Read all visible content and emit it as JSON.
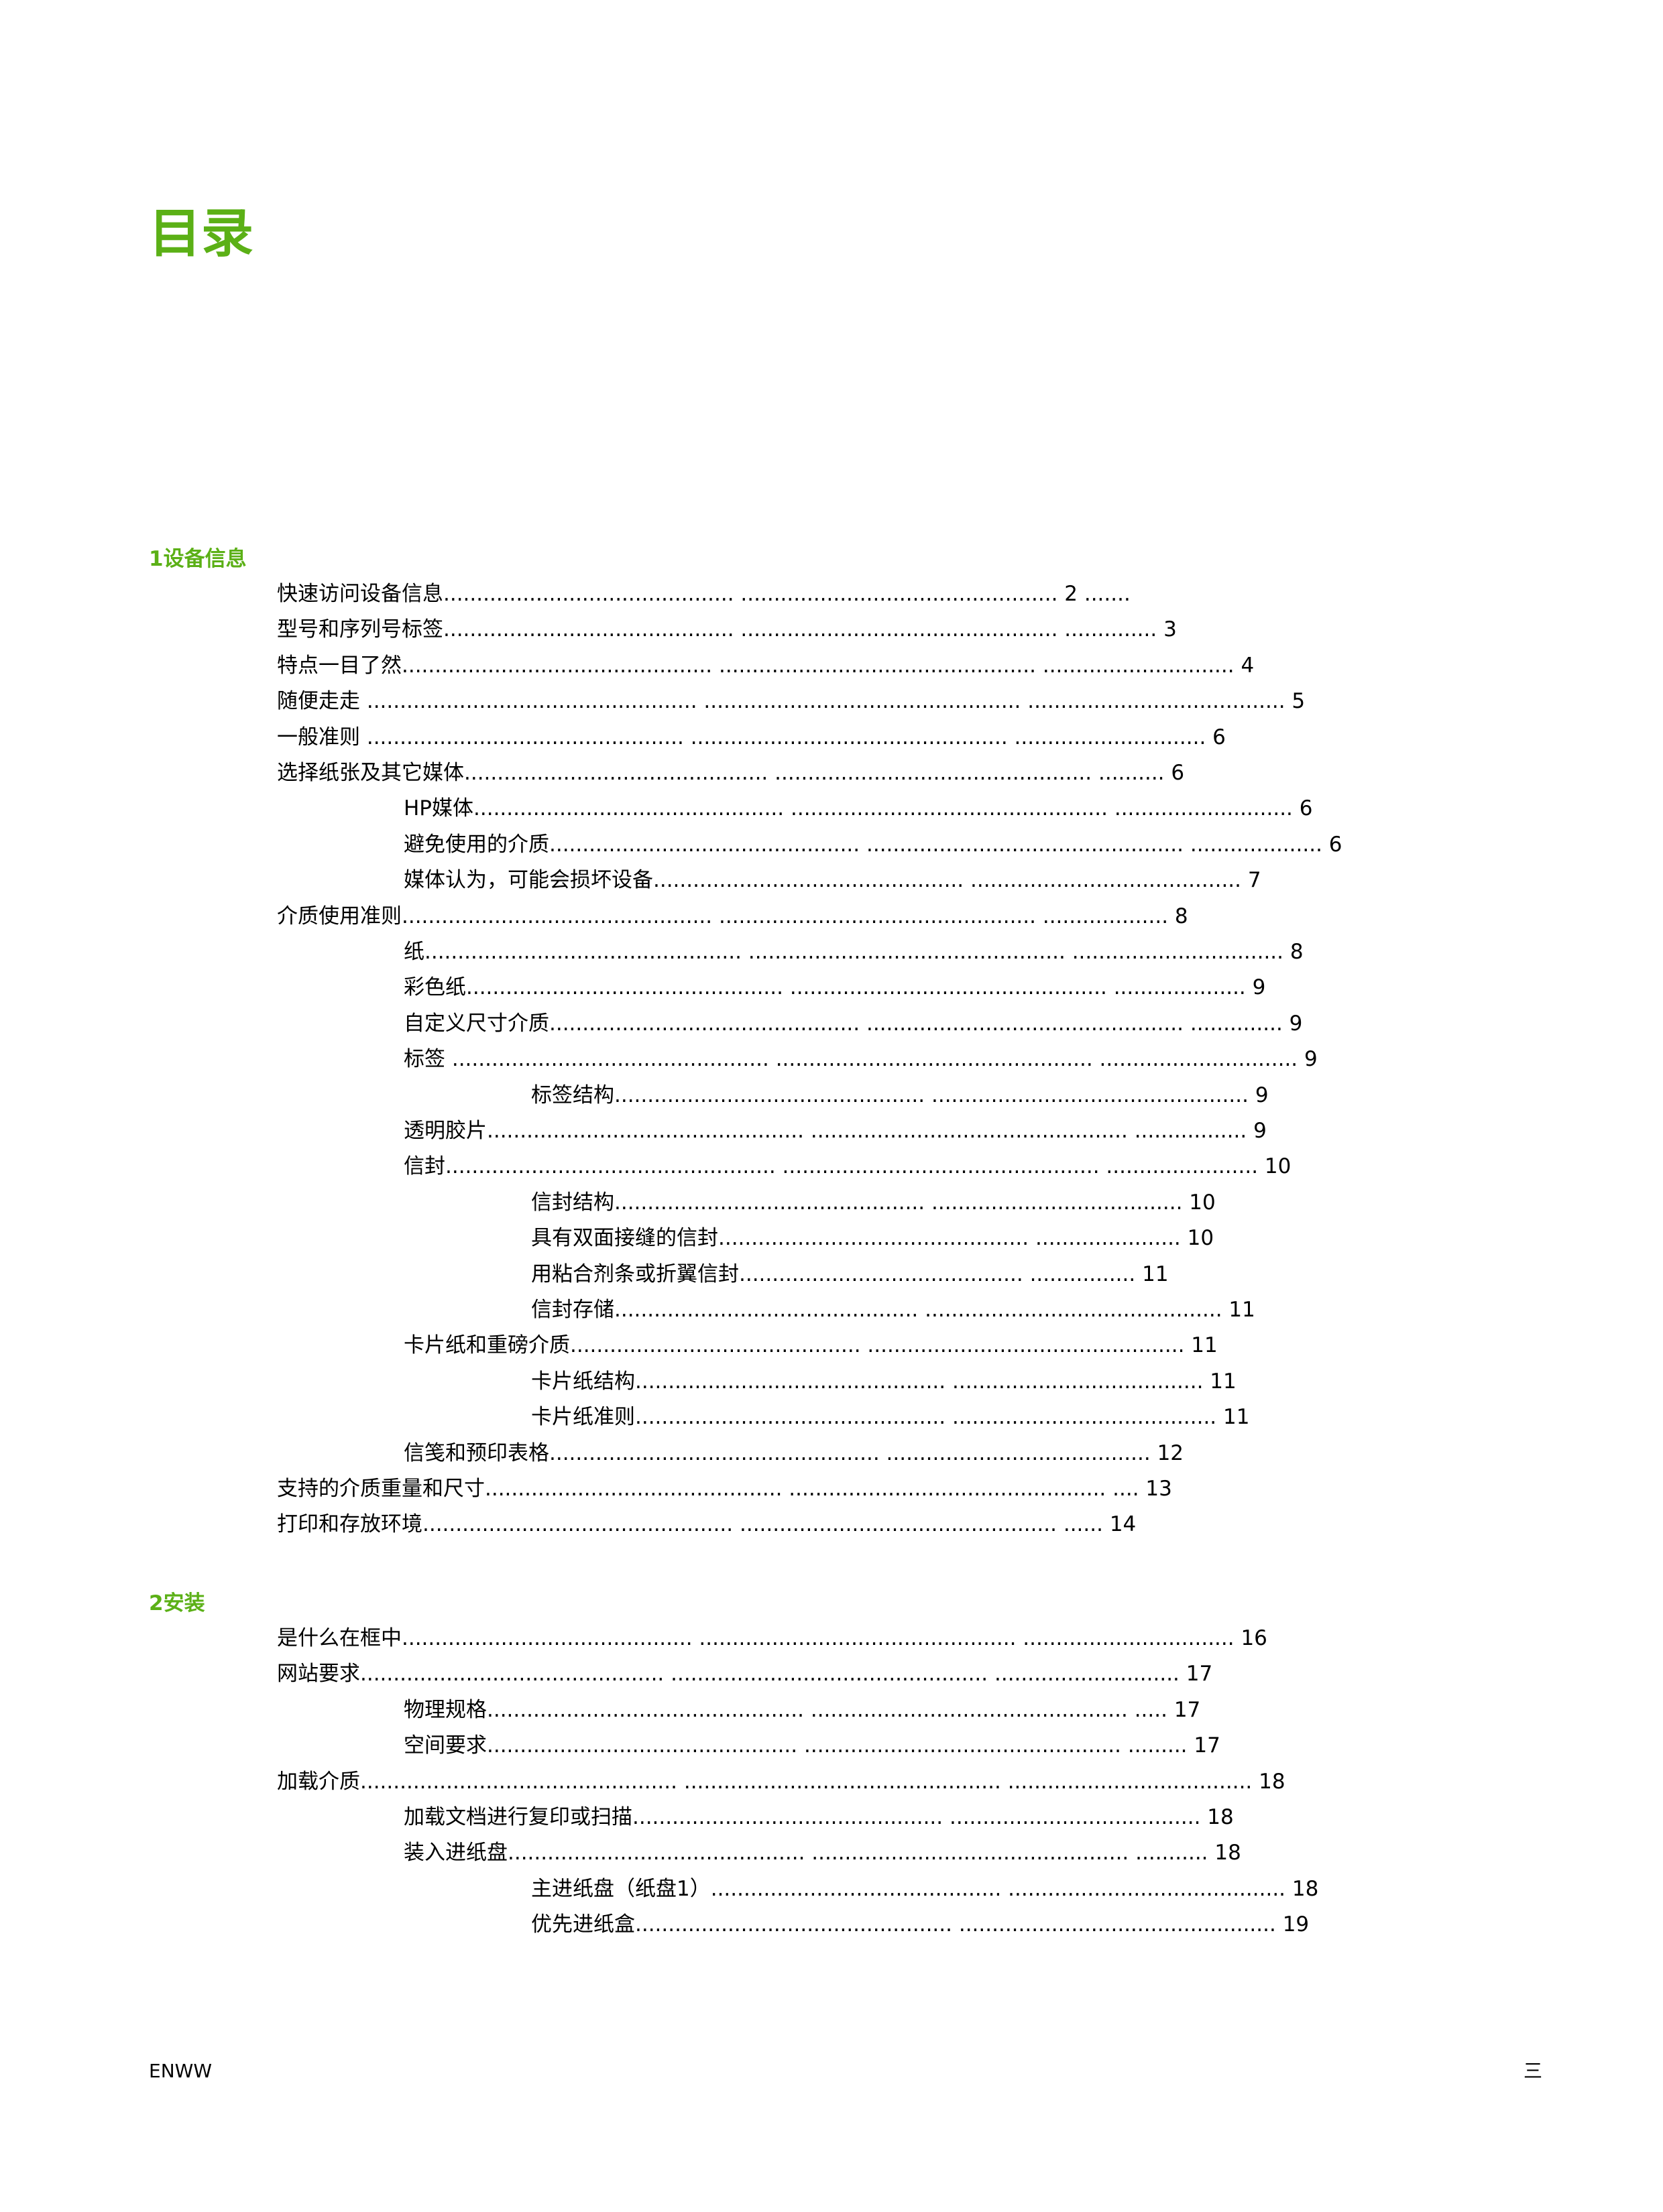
{
  "title": "目录",
  "chapters": [
    {
      "heading": "1设备信息",
      "entries": [
        {
          "level": 1,
          "text": "快速访问设备信息............................................ ................................................ 2 ......."
        },
        {
          "level": 1,
          "text": "型号和序列号标签............................................ ................................................ .............. 3"
        },
        {
          "level": 1,
          "text": "特点一目了然............................................... ................................................ ............................. 4"
        },
        {
          "level": 1,
          "text": "随便走走 .................................................. ................................................ ....................................... 5"
        },
        {
          "level": 1,
          "text": "一般准则 ................................................ ................................................ ............................. 6"
        },
        {
          "level": 1,
          "text": "选择纸张及其它媒体.............................................. ................................................ .......... 6"
        },
        {
          "level": 2,
          "text": "HP媒体............................................... ................................................ ........................... 6"
        },
        {
          "level": 2,
          "text": "避免使用的介质............................................... ................................................ .................... 6"
        },
        {
          "level": 2,
          "text": "媒体认为，可能会损坏设备............................................... ......................................... 7"
        },
        {
          "level": 1,
          "text": "介质使用准则............................................... ................................................ ................... 8"
        },
        {
          "level": 2,
          "text": "纸................................................ ................................................ ................................ 8"
        },
        {
          "level": 2,
          "text": "彩色纸................................................ ................................................ .................... 9"
        },
        {
          "level": 2,
          "text": "自定义尺寸介质............................................... ................................................ .............. 9"
        },
        {
          "level": 2,
          "text": "标签 ................................................ ................................................ .............................. 9"
        },
        {
          "level": 3,
          "text": "标签结构............................................... ................................................ 9"
        },
        {
          "level": 2,
          "text": "透明胶片................................................ ................................................ ................. 9"
        },
        {
          "level": 2,
          "text": "信封.................................................. ................................................ ....................... 10"
        },
        {
          "level": 3,
          "text": "信封结构............................................... ...................................... 10"
        },
        {
          "level": 3,
          "text": "具有双面接缝的信封............................................... ...................... 10"
        },
        {
          "level": 3,
          "text": "用粘合剂条或折翼信封........................................... ................ 11"
        },
        {
          "level": 3,
          "text": "信封存储.............................................. ............................................. 11"
        },
        {
          "level": 2,
          "text": "卡片纸和重磅介质............................................ ................................................ 11"
        },
        {
          "level": 3,
          "text": "卡片纸结构............................................... ...................................... 11"
        },
        {
          "level": 3,
          "text": "卡片纸准则............................................... ........................................ 11"
        },
        {
          "level": 2,
          "text": "信笺和预印表格.................................................. ........................................ 12"
        },
        {
          "level": 1,
          "text": "支持的介质重量和尺寸............................................. ................................................ .... 13"
        },
        {
          "level": 1,
          "text": "打印和存放环境............................................... ................................................ ...... 14"
        }
      ]
    },
    {
      "heading": "2安装",
      "entries": [
        {
          "level": 1,
          "text": "是什么在框中............................................ ................................................ ................................ 16"
        },
        {
          "level": 1,
          "text": "网站要求.............................................. ................................................ ............................ 17"
        },
        {
          "level": 2,
          "text": "物理规格................................................ ................................................ ..... 17"
        },
        {
          "level": 2,
          "text": "空间要求............................................... ................................................ ......... 17"
        },
        {
          "level": 1,
          "text": "加载介质................................................ ................................................ ..................................... 18"
        },
        {
          "level": 2,
          "text": "加载文档进行复印或扫描............................................... ...................................... 18"
        },
        {
          "level": 2,
          "text": "装入进纸盘............................................. ................................................ ........... 18"
        },
        {
          "level": 3,
          "text": "主进纸盘（纸盘1）............................................ .......................................... 18"
        },
        {
          "level": 3,
          "text": "优先进纸盒................................................ ................................................ 19"
        }
      ]
    }
  ],
  "footer": {
    "left": "ENWW",
    "right": "三"
  }
}
